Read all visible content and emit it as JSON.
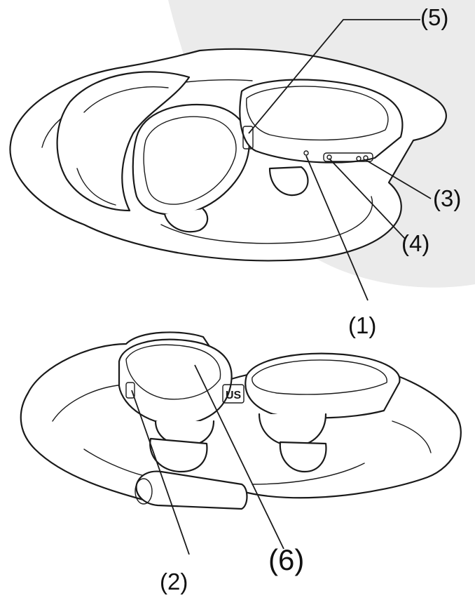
{
  "callouts": {
    "c1": "(1)",
    "c2": "(2)",
    "c3": "(3)",
    "c4": "(4)",
    "c5": "(5)",
    "c6": "(6)"
  },
  "colors": {
    "background_arc": "#ebebeb",
    "line": "#1a1a1a",
    "fill": "#ffffff"
  }
}
